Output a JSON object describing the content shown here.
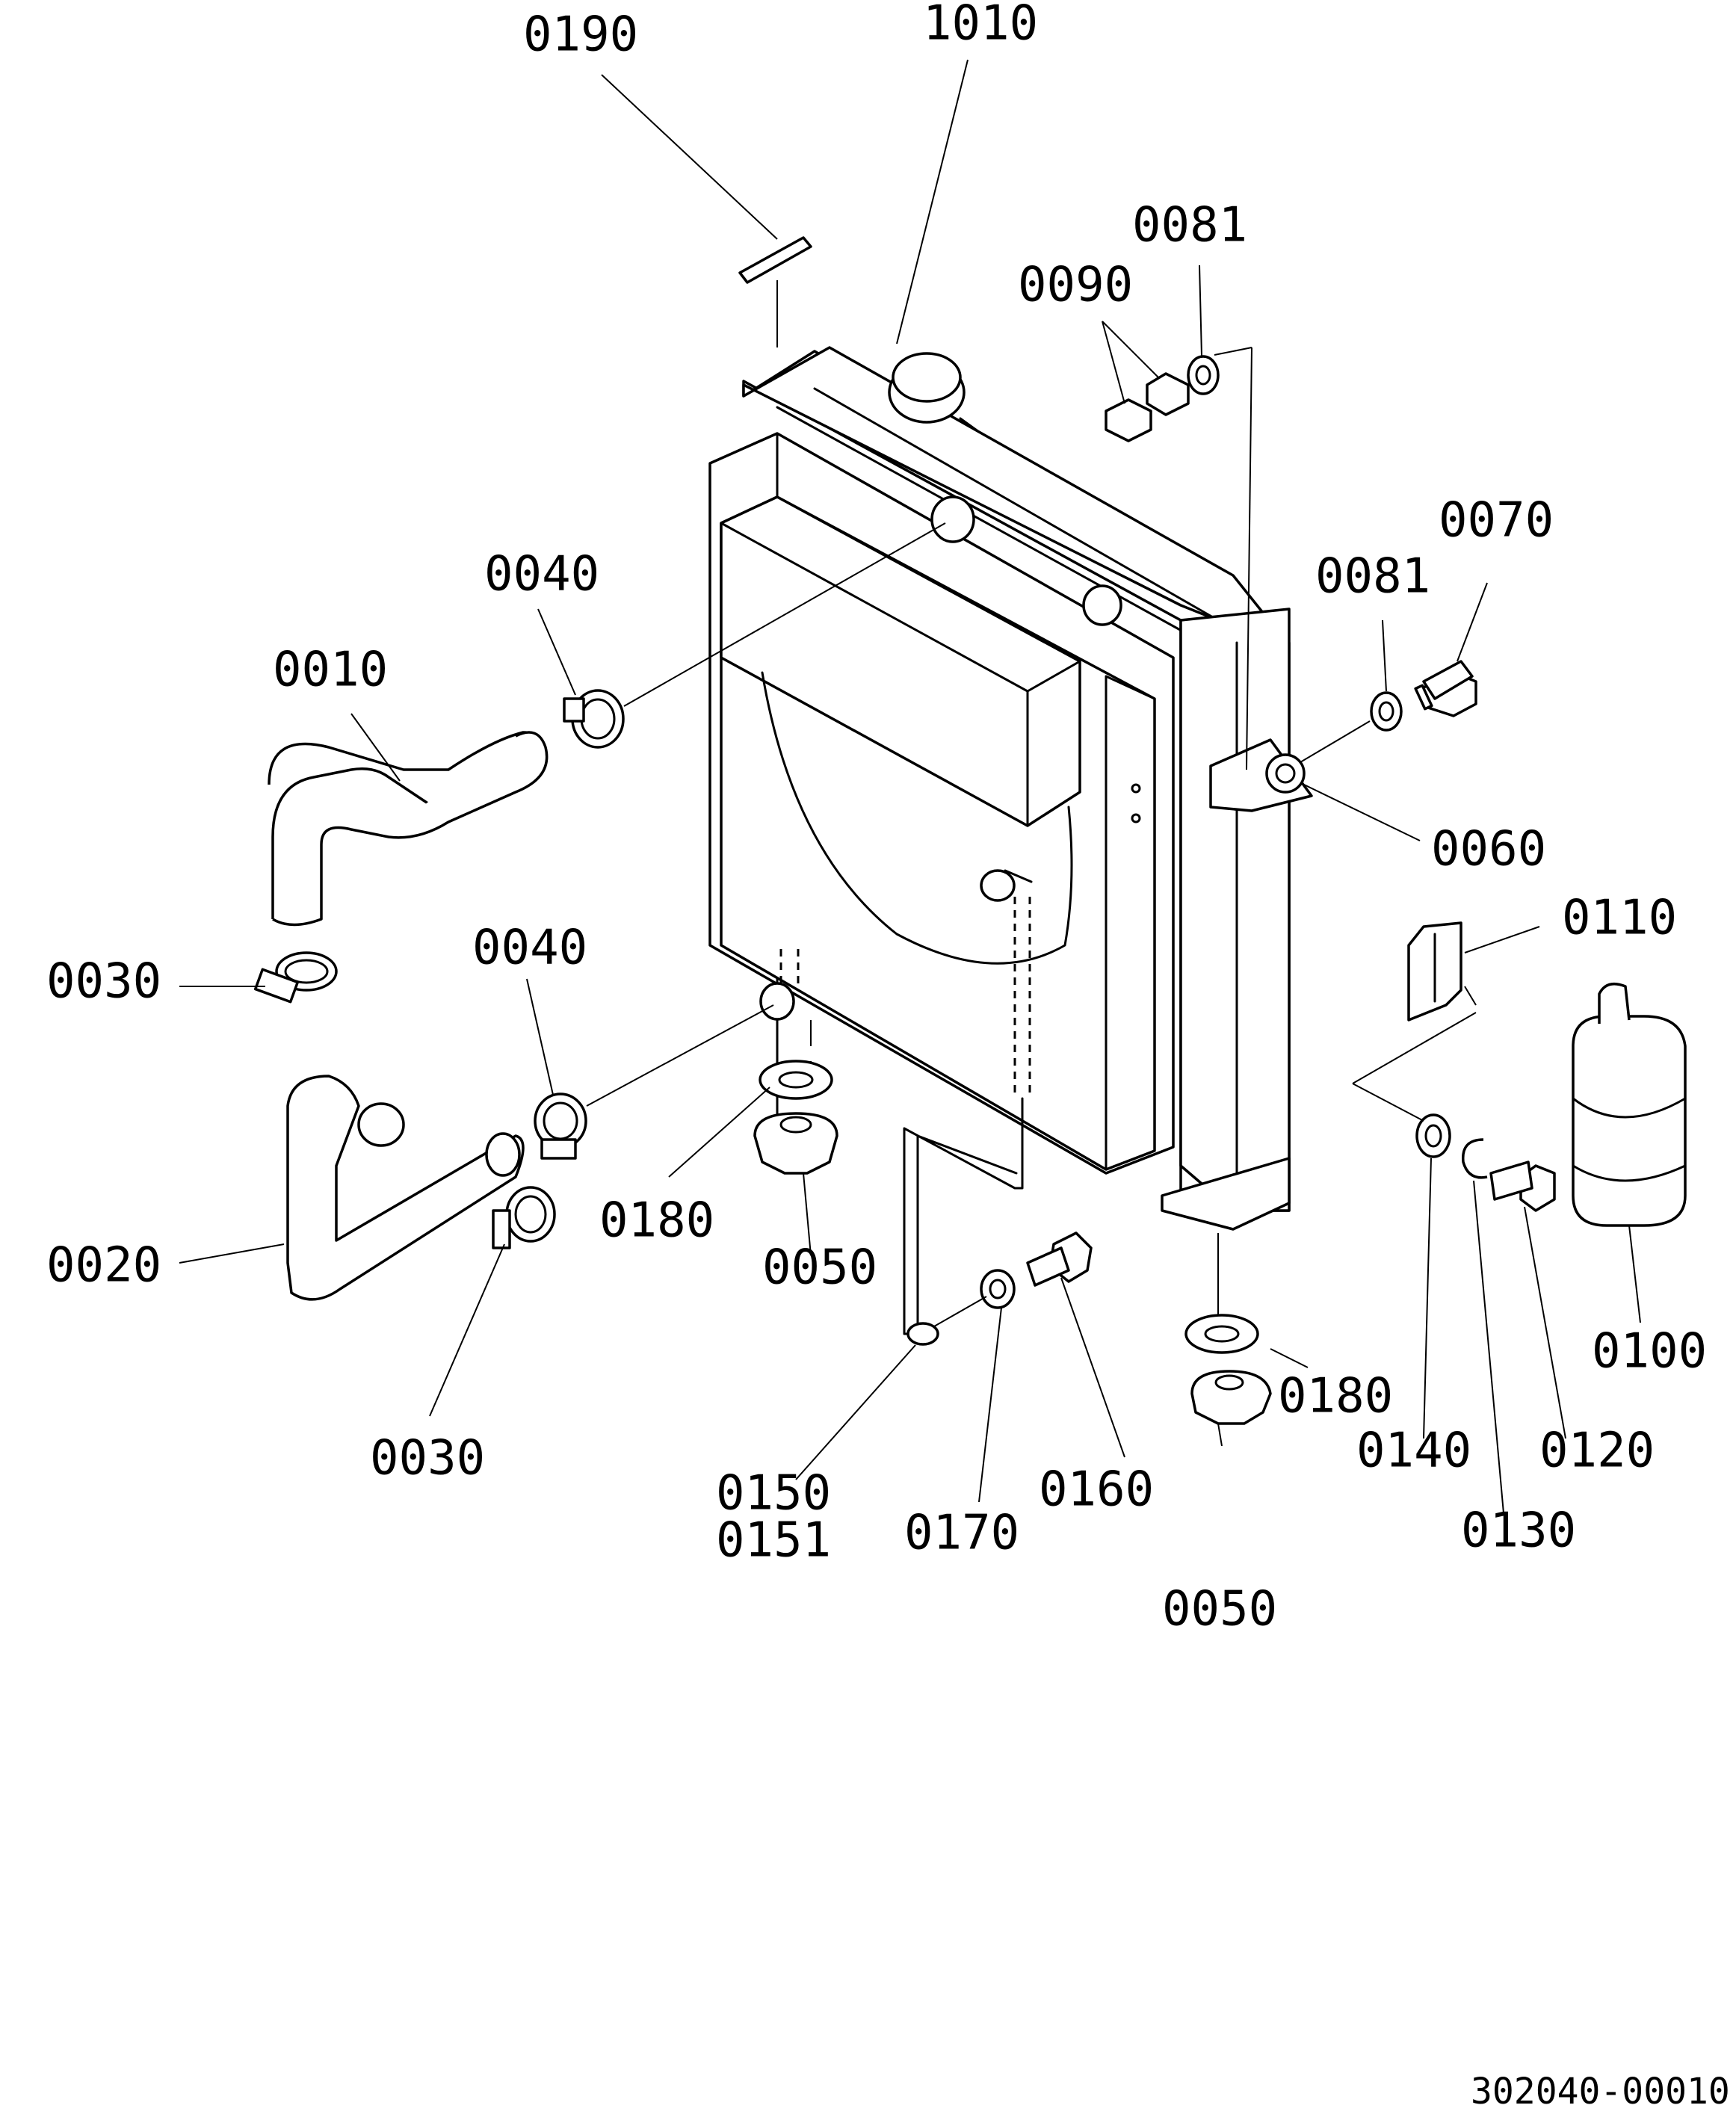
{
  "labels": {
    "p0190": "0190",
    "p1010": "1010",
    "p0081_top": "0081",
    "p0090": "0090",
    "p0070": "0070",
    "p0081_mid": "0081",
    "p0040_top": "0040",
    "p0010": "0010",
    "p0060": "0060",
    "p0110": "0110",
    "p0030_left": "0030",
    "p0040_low": "0040",
    "p0180_left": "0180",
    "p0050_left": "0050",
    "p0020": "0020",
    "p0030_low": "0030",
    "p0100": "0100",
    "p0180_right": "0180",
    "p0140": "0140",
    "p0120": "0120",
    "p0130": "0130",
    "p0150": "0150",
    "p0151": "0151",
    "p0170": "0170",
    "p0160": "0160",
    "p0050_low": "0050"
  },
  "drawing_number": "302040-00010"
}
